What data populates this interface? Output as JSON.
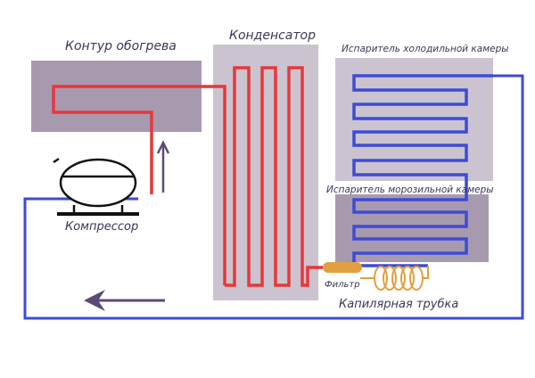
{
  "labels": {
    "heating_circuit": "Контур обогрева",
    "condenser": "Конденсатор",
    "fridge_evaporator": "Испаритель холодильной камеры",
    "freezer_evaporator": "Испаритель морозильной камеры",
    "compressor": "Компрессор",
    "filter": "Фильтр",
    "capillary_tube": "Капилярная трубка"
  },
  "colors": {
    "hot_pipe": "#e8373a",
    "cold_pipe": "#3d4bd6",
    "heating_panel": "#a89aae",
    "condenser_panel": "#cbc4d0",
    "fridge_panel": "#cbc4d0",
    "freezer_panel": "#a89aae",
    "arrow": "#5a4a78",
    "filter": "#e0a040",
    "capillary": "#e0a040"
  }
}
